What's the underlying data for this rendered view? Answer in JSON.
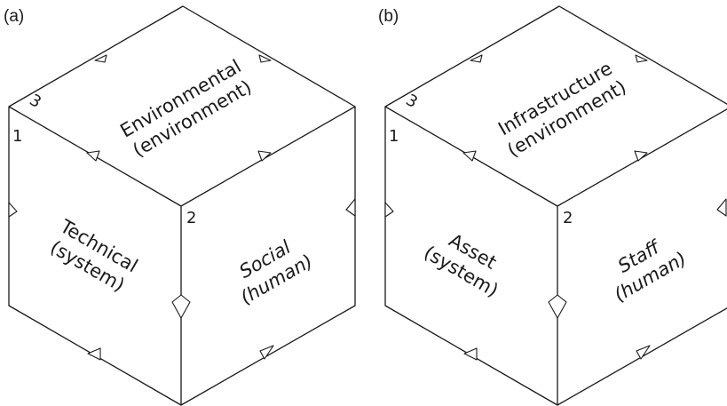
{
  "panels": [
    {
      "label": "(a)",
      "top": {
        "number": "3",
        "line1": "Environmental",
        "line2": "(environment)"
      },
      "left": {
        "number": "1",
        "line1": "Technical",
        "line2": "(system)"
      },
      "right": {
        "number": "2",
        "line1": "Social",
        "line2": "(human)"
      }
    },
    {
      "label": "(b)",
      "top": {
        "number": "3",
        "line1": "Infrastructure",
        "line2": "(environment)"
      },
      "left": {
        "number": "1",
        "line1": "Asset",
        "line2": "(system)"
      },
      "right": {
        "number": "2",
        "line1": "Staff",
        "line2": "(human)"
      }
    }
  ]
}
